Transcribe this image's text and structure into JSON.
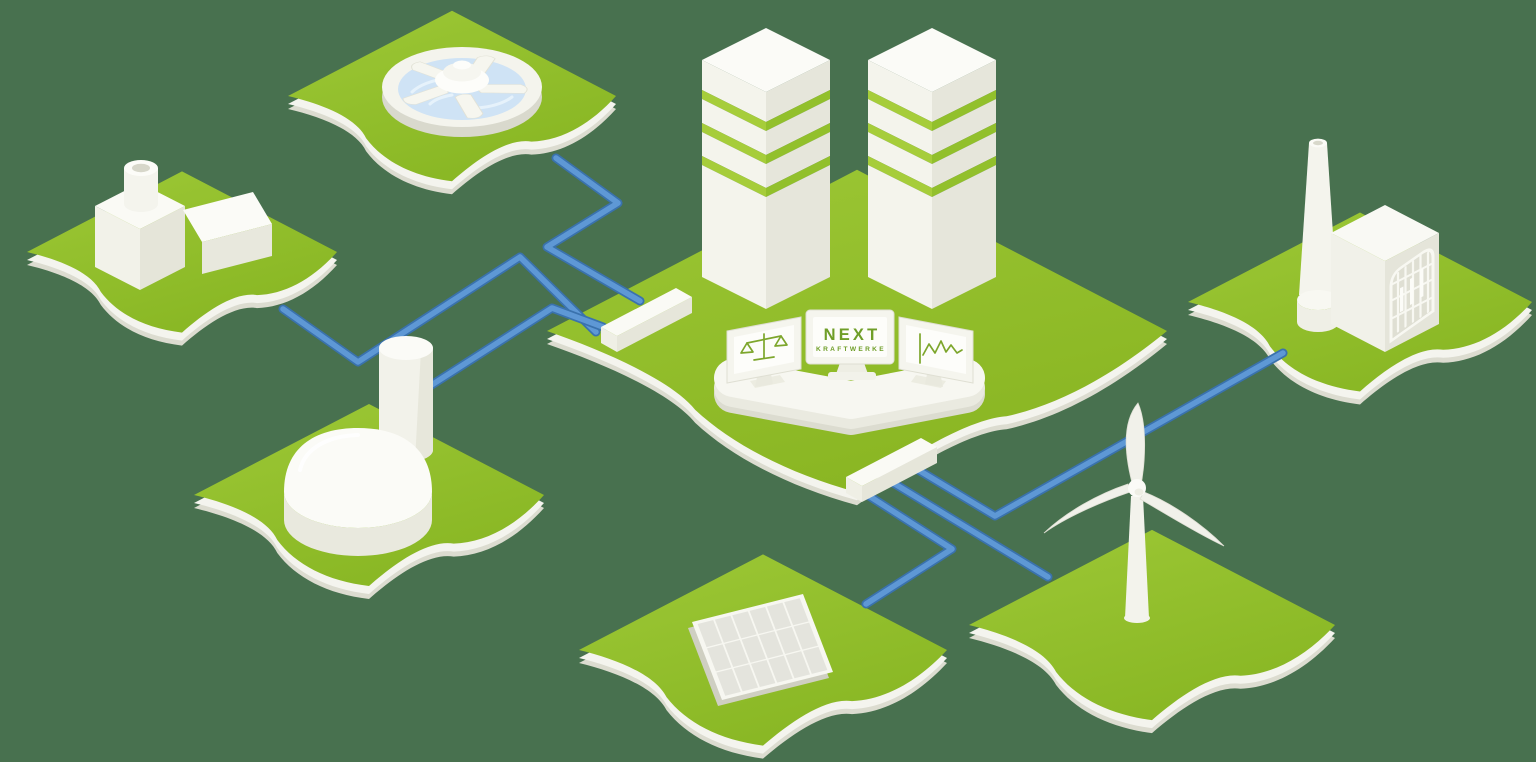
{
  "scene": {
    "type": "isometric-illustration",
    "background_color": "#48714f",
    "brand_monitor": {
      "line1": "NEXT",
      "line2": "KRAFTWERKE"
    },
    "control_center": {
      "name": "virtual-power-plant-control-center",
      "server_towers": 2,
      "stripes_per_tower": 3,
      "monitors": [
        {
          "name": "balance-monitor",
          "icon": "scales-icon"
        },
        {
          "name": "brand-monitor",
          "icon": "next-kraftwerke-logo"
        },
        {
          "name": "chart-monitor",
          "icon": "line-chart-icon"
        }
      ]
    },
    "assets": [
      {
        "name": "hydropower-plant",
        "icon": "water-turbine-icon",
        "position": "top-left"
      },
      {
        "name": "factory",
        "icon": "factory-icon",
        "position": "left"
      },
      {
        "name": "biogas-plant",
        "icon": "storage-dome-icon",
        "position": "lower-left"
      },
      {
        "name": "solar-plant",
        "icon": "solar-panel-icon",
        "position": "bottom-center"
      },
      {
        "name": "wind-turbine",
        "icon": "wind-turbine-icon",
        "position": "bottom-right"
      },
      {
        "name": "industrial-power-plant",
        "icon": "power-station-icon",
        "position": "right"
      }
    ],
    "connections": [
      {
        "from": "hydropower-plant",
        "to": "control-center"
      },
      {
        "from": "factory",
        "to": "control-center"
      },
      {
        "from": "biogas-plant",
        "to": "control-center"
      },
      {
        "from": "solar-plant",
        "to": "control-center"
      },
      {
        "from": "wind-turbine",
        "to": "control-center"
      },
      {
        "from": "industrial-power-plant",
        "to": "control-center"
      }
    ],
    "colors": {
      "tile_green": "#93c32f",
      "tile_rim": "#f2f2ea",
      "cable_blue": "#4a87c6",
      "structure_white": "#f6f6ef",
      "logo_green": "#6f9e28",
      "water_blue": "#cfe3f5"
    }
  }
}
